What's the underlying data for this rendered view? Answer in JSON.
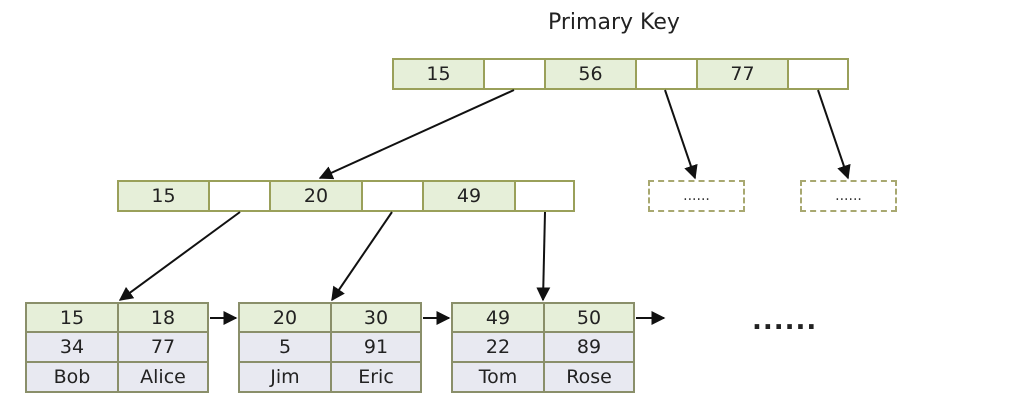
{
  "title": "Primary Key",
  "root_keys": [
    "15",
    "56",
    "77"
  ],
  "internal_keys": [
    "15",
    "20",
    "49"
  ],
  "placeholders": [
    "......",
    "......"
  ],
  "leaves": [
    {
      "keys": [
        "15",
        "18"
      ],
      "values": [
        "34",
        "77"
      ],
      "names": [
        "Bob",
        "Alice"
      ]
    },
    {
      "keys": [
        "20",
        "30"
      ],
      "values": [
        "5",
        "91"
      ],
      "names": [
        "Jim",
        "Eric"
      ]
    },
    {
      "keys": [
        "49",
        "50"
      ],
      "values": [
        "22",
        "89"
      ],
      "names": [
        "Tom",
        "Rose"
      ]
    }
  ],
  "ellipsis": "......"
}
